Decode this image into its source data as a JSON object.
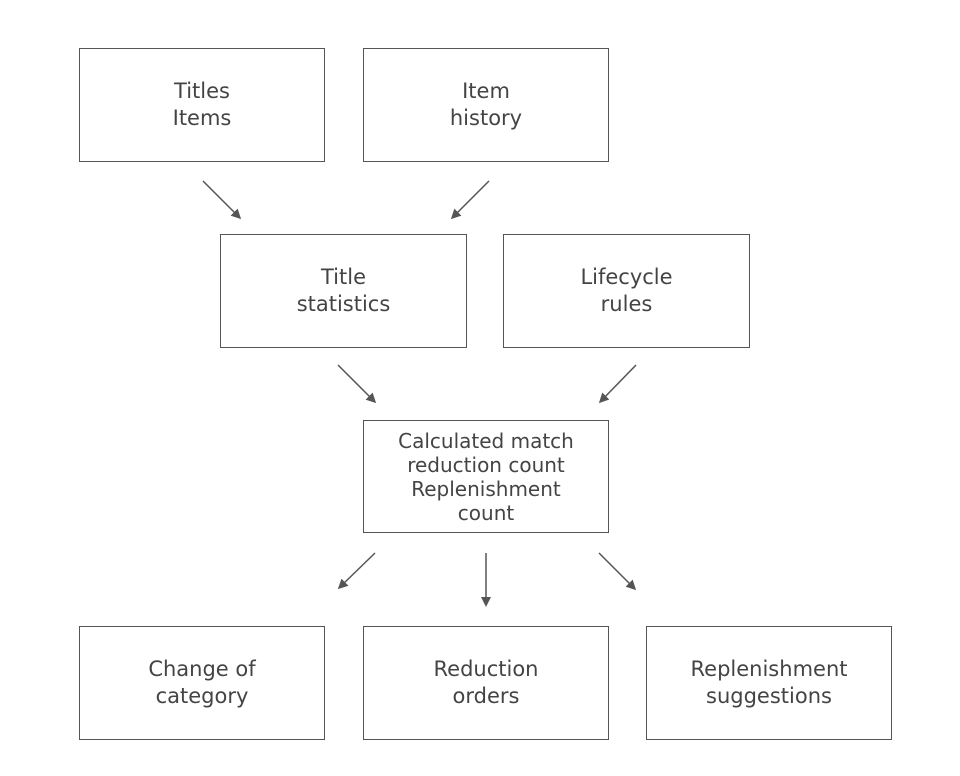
{
  "nodes": {
    "titles_items": {
      "lines": [
        "Titles",
        "Items"
      ]
    },
    "item_history": {
      "lines": [
        "Item",
        "history"
      ]
    },
    "title_statistics": {
      "lines": [
        "Title",
        "statistics"
      ]
    },
    "lifecycle_rules": {
      "lines": [
        "Lifecycle",
        "rules"
      ]
    },
    "calculated": {
      "lines": [
        "Calculated match",
        "reduction count",
        "Replenishment",
        "count"
      ]
    },
    "change_category": {
      "lines": [
        "Change of",
        "category"
      ]
    },
    "reduction_orders": {
      "lines": [
        "Reduction",
        "orders"
      ]
    },
    "replenishment_suggestions": {
      "lines": [
        "Replenishment",
        "suggestions"
      ]
    }
  },
  "edges": [
    {
      "from": "titles_items",
      "to": "title_statistics"
    },
    {
      "from": "item_history",
      "to": "title_statistics"
    },
    {
      "from": "title_statistics",
      "to": "calculated"
    },
    {
      "from": "lifecycle_rules",
      "to": "calculated"
    },
    {
      "from": "calculated",
      "to": "change_category"
    },
    {
      "from": "calculated",
      "to": "reduction_orders"
    },
    {
      "from": "calculated",
      "to": "replenishment_suggestions"
    }
  ],
  "colors": {
    "border": "#555555",
    "text": "#444444",
    "arrow": "#555555"
  }
}
